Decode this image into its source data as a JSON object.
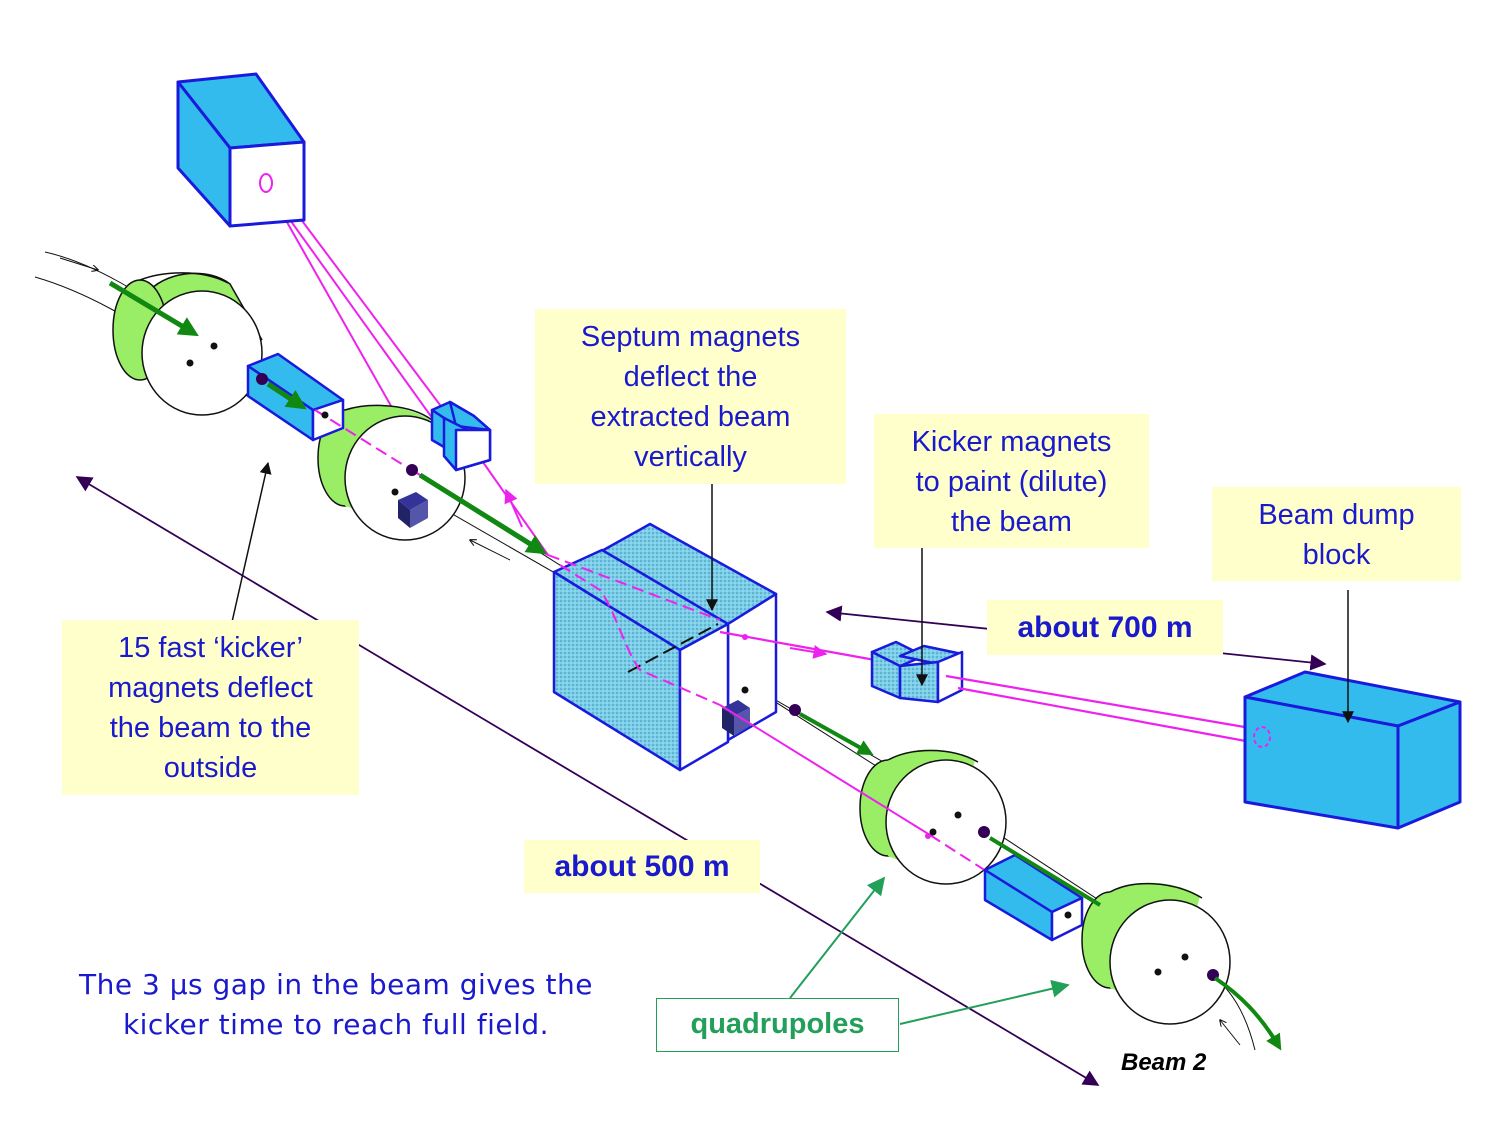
{
  "labels": {
    "septum": [
      "Septum magnets",
      "deflect the",
      "extracted beam",
      "vertically"
    ],
    "kicker_paint": [
      "Kicker magnets",
      "to paint (dilute)",
      "the beam"
    ],
    "dump": [
      "Beam dump",
      "block"
    ],
    "fast_kicker": [
      "15 fast ‘kicker’",
      "magnets deflect",
      "the beam to the",
      "outside"
    ],
    "dist_700": "about 700 m",
    "dist_500": "about 500 m",
    "quadrupoles": "quadrupoles",
    "gap_note": [
      "The 3 μs gap in the beam gives the",
      "kicker time to reach full field."
    ],
    "beam2": "Beam 2"
  },
  "colors": {
    "quad_green": "#99ee66",
    "magnet_blue": "#33bbee",
    "outline_blue": "#1a1add",
    "extracted_beam": "#ee22ee",
    "arrow_green": "#118811",
    "label_bg": "#ffffcc",
    "label_text": "#1a1acc",
    "quad_label": "#22a05a",
    "dimension_line": "#330055"
  }
}
